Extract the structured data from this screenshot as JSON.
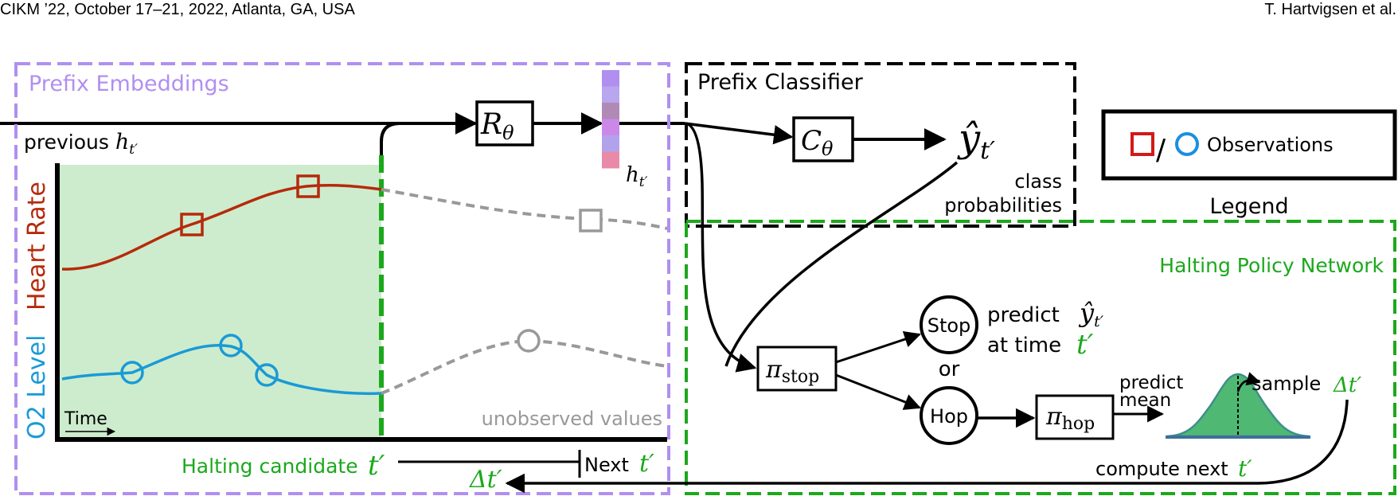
{
  "header": {
    "left": "CIKM ’22, October 17–21, 2022, Atlanta, GA, USA",
    "right": "T. Hartvigsen et al."
  },
  "colors": {
    "prefix_embeddings": "#b18ff0",
    "classifier": "#000000",
    "halting_network": "#1ca81c",
    "heart_rate": "#b52a0b",
    "o2_level": "#1a9ad6",
    "unobserved": "#999999",
    "observed_region": "#cdeccd",
    "observation_square": "#d11a1a",
    "observation_circle": "#1a8fe0",
    "gaussian": "#4fb873"
  },
  "diagram": {
    "prefix_embeddings_title": "Prefix Embeddings",
    "previous_h_label": "previous",
    "h_symbol": "h",
    "t_prime_sub": "t′",
    "heart_rate_axis": "Heart Rate",
    "o2_axis": "O2 Level",
    "time_label": "Time",
    "unobserved_label": "unobserved values",
    "halting_candidate_label": "Halting candidate",
    "t_prime": "t′",
    "next_label": "Next",
    "delta_t": "Δt′",
    "recurrent_symbol": "R",
    "recurrent_sub": "θ",
    "classifier_title": "Prefix Classifier",
    "classifier_symbol": "C",
    "classifier_sub": "θ",
    "y_hat": "ŷ",
    "class_prob_line1": "class",
    "class_prob_line2": "probabilities",
    "legend_text": "Observations",
    "legend_slash": "/",
    "legend_caption": "Legend",
    "halting_title": "Halting Policy Network",
    "pi_symbol": "π",
    "pi_stop_sub": "stop",
    "pi_hop_sub": "hop",
    "stop_label": "Stop",
    "hop_label": "Hop",
    "or_label": "or",
    "predict_line1": "predict",
    "at_time_label": "at time",
    "predict_mean_line1": "predict",
    "predict_mean_line2": "mean",
    "sample_label": "sample",
    "compute_next_label": "compute next",
    "embedding_colors": [
      "#b18ff0",
      "#b8a6ee",
      "#b08ab5",
      "#cc88e8",
      "#b2a2ec",
      "#e98aa8"
    ]
  }
}
